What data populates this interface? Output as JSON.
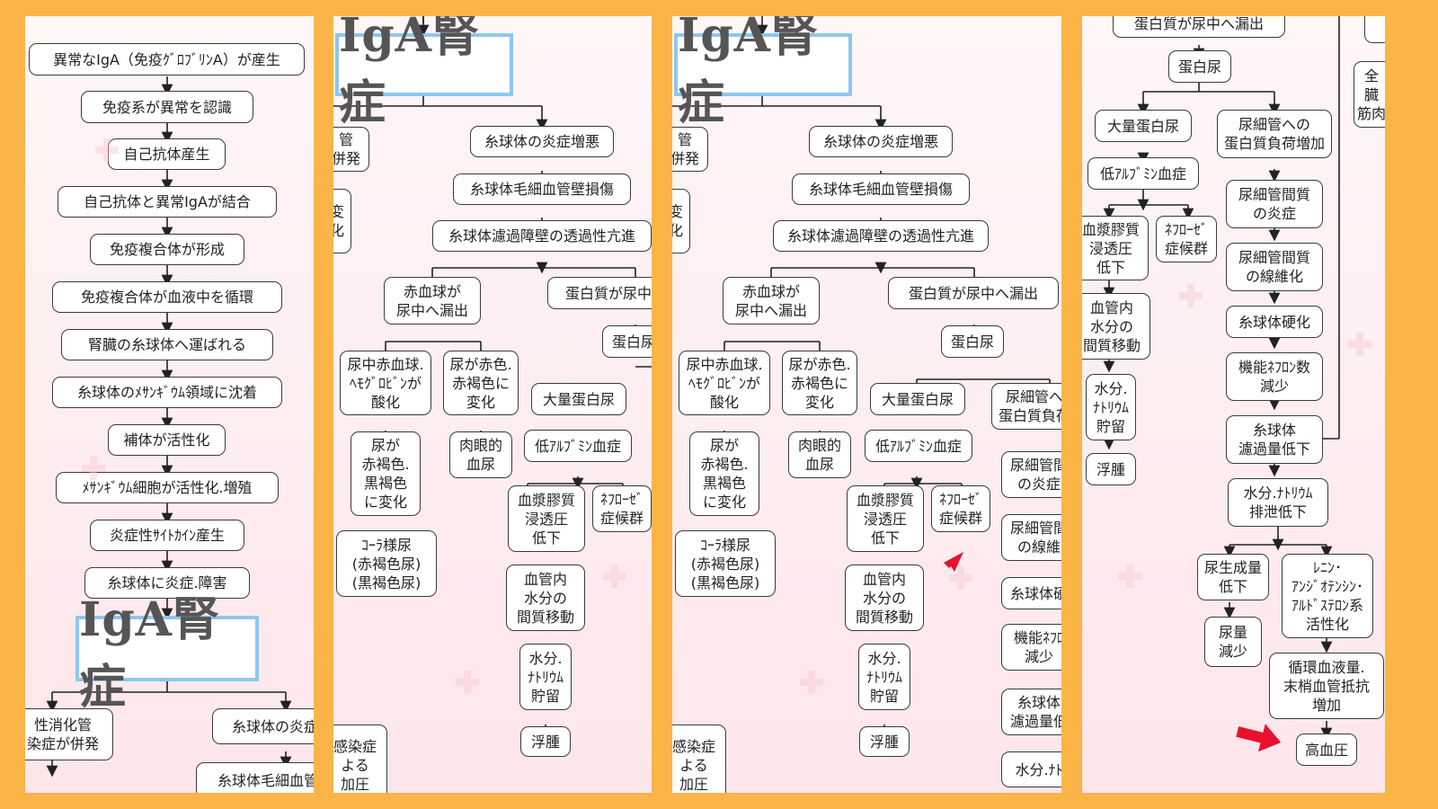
{
  "colors": {
    "background": "#fbb447",
    "title_border": "#8cc7f0",
    "arrow_red": "#e8112d"
  },
  "icons": [
    "red-arrow-icon",
    "cross-icon"
  ],
  "panels": [
    {
      "title": "IgA腎症",
      "nodes": [
        "異常なIgA（免疫ｸﾞﾛﾌﾞﾘﾝA）が産生",
        "免疫系が異常を認識",
        "自己抗体産生",
        "自己抗体と異常IgAが結合",
        "免疫複合体が形成",
        "免疫複合体が血液中を循環",
        "腎臓の糸球体へ運ばれる",
        "糸球体のﾒｻﾝｷﾞｳﾑ領域に沈着",
        "補体が活性化",
        "ﾒｻﾝｷﾞｳﾑ細胞が活性化.増殖",
        "炎症性ｻｲﾄｶｲﾝ産生",
        "糸球体に炎症.障害",
        "性消化管\n染症が併発",
        "糸球体の炎症",
        "糸球体毛細血管"
      ]
    },
    {
      "title": "IgA腎症",
      "nodes": [
        "管\n併発",
        "変\n化",
        "糸球体の炎症増悪",
        "糸球体毛細血管壁損傷",
        "糸球体濾過障壁の透過性亢進",
        "赤血球が\n尿中へ漏出",
        "蛋白質が尿中",
        "蛋白尿",
        "尿中赤血球.\nﾍﾓｸﾞﾛﾋﾞﾝが\n酸化",
        "尿が赤色.\n赤褐色に\n変化",
        "大量蛋白尿",
        "尿が\n赤褐色.\n黒褐色\nに変化",
        "肉眼的\n血尿",
        "低ｱﾙﾌﾞﾐﾝ血症",
        "血漿膠質\n浸透圧\n低下",
        "ﾈﾌﾛｰｾﾞ\n症候群",
        "ｺｰﾗ様尿\n(赤褐色尿)\n(黒褐色尿)",
        "血管内\n水分の\n間質移動",
        "水分.\nﾅﾄﾘｳﾑ\n貯留",
        "感染症\nよる\n加圧",
        "浮腫"
      ]
    },
    {
      "title": "IgA腎症",
      "nodes": [
        "管\n併発",
        "変\n化",
        "糸球体の炎症増悪",
        "糸球体毛細血管壁損傷",
        "糸球体濾過障壁の透過性亢進",
        "赤血球が\n尿中へ漏出",
        "蛋白質が尿中へ漏出",
        "蛋白尿",
        "尿中赤血球.\nﾍﾓｸﾞﾛﾋﾞﾝが\n酸化",
        "尿が赤色.\n赤褐色に\n変化",
        "大量蛋白尿",
        "尿細管へ\n蛋白質負荷",
        "尿が\n赤褐色.\n黒褐色\nに変化",
        "肉眼的\n血尿",
        "低ｱﾙﾌﾞﾐﾝ血症",
        "尿細管間\nの炎症",
        "血漿膠質\n浸透圧\n低下",
        "ﾈﾌﾛｰｾﾞ\n症候群",
        "尿細管間\nの線維",
        "ｺｰﾗ様尿\n(赤褐色尿)\n(黒褐色尿)",
        "血管内\n水分の\n間質移動",
        "糸球体硬",
        "機能ﾈﾌﾛ\n減少",
        "水分.\nﾅﾄﾘｳﾑ\n貯留",
        "糸球体\n濾過量低",
        "感染症\nよる\n加圧",
        "浮腫",
        "水分.ﾅﾄ"
      ]
    },
    {
      "nodes": [
        "蛋白質が尿中へ漏出",
        "蛋白尿",
        "大量蛋白尿",
        "尿細管への\n蛋白質負荷増加",
        "低ｱﾙﾌﾞﾐﾝ血症",
        "尿細管間質\nの炎症",
        "血漿膠質\n浸透圧\n低下",
        "ﾈﾌﾛｰｾﾞ\n症候群",
        "尿細管間質\nの線維化",
        "血管内\n水分の\n間質移動",
        "糸球体硬化",
        "機能ﾈﾌﾛﾝ数\n減少",
        "水分.\nﾅﾄﾘｳﾑ\n貯留",
        "糸球体\n濾過量低下",
        "浮腫",
        "水分.ﾅﾄﾘｳﾑ\n排泄低下",
        "尿生成量\n低下",
        "ﾚﾆﾝ･\nｱﾝｼﾞｵﾃﾝｼﾝ･\nｱﾙﾄﾞｽﾃﾛﾝ系\n活性化",
        "尿量\n減少",
        "循環血液量.\n末梢血管抵抗\n増加",
        "高血圧",
        "全\n臓\n筋肉"
      ]
    }
  ]
}
